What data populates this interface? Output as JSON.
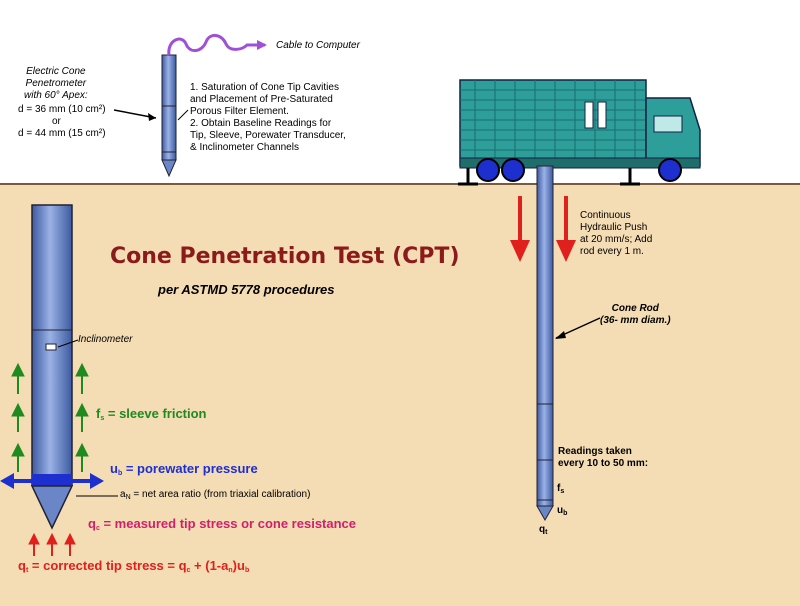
{
  "diagram": {
    "title": "Cone Penetration Test (CPT)",
    "subtitle": "per ASTMD 5778 procedures",
    "cable_label": "Cable to Computer",
    "probe_label": {
      "l1": "Electric Cone",
      "l2": "Penetrometer",
      "l3": "with 60° Apex:",
      "l4": "d = 36 mm (10 cm²)",
      "l5": "or",
      "l6": "d = 44 mm (15 cm²)"
    },
    "steps": {
      "l1": "1.  Saturation of Cone Tip Cavities",
      "l2": "and Placement of Pre-Saturated",
      "l3": "Porous Filter Element.",
      "l4": "2.  Obtain Baseline Readings for",
      "l5": "Tip, Sleeve, Porewater Transducer,",
      "l6": "& Inclinometer Channels"
    },
    "push_note": {
      "l1": "Continuous",
      "l2": "Hydraulic Push",
      "l3": "at 20 mm/s; Add",
      "l4": "rod every 1 m."
    },
    "cone_rod": {
      "l1": "Cone Rod",
      "l2": "(36- mm diam.)"
    },
    "readings": {
      "l1": "Readings taken",
      "l2": "every 10 to 50 mm:"
    },
    "rod_symbols": {
      "fs": "f",
      "fs_sub": "s",
      "ub": "u",
      "ub_sub": "b",
      "qt": "q",
      "qt_sub": "t"
    },
    "inclinometer": "Inclinometer",
    "labels": {
      "fs_sym": "f",
      "fs_sub": "s",
      "fs_text": " = sleeve friction",
      "ub_sym": "u",
      "ub_sub": "b",
      "ub_text": " = porewater pressure",
      "an_sym": "a",
      "an_sub": "N",
      "an_text": " = net area ratio (from triaxial calibration)",
      "qc_sym": "q",
      "qc_sub": "c",
      "qc_text": " = measured tip stress or cone resistance",
      "qt_sym": "q",
      "qt_sub": "t",
      "qt_text1": " = corrected tip stress = q",
      "qt_sub2": "c",
      "qt_text2": " + (1-a",
      "qt_sub3": "n",
      "qt_text3": ")u",
      "qt_sub4": "b"
    },
    "colors": {
      "sky": "#ffffff",
      "soil": "#f4dcb4",
      "probe": "#6a86c6",
      "truck": "#2e9e9a",
      "title": "#8b1a1a",
      "red": "#e0201c",
      "green": "#1f8a1f",
      "blue": "#1e2fcf",
      "magenta": "#d0206a",
      "purple": "#a050d8"
    }
  }
}
